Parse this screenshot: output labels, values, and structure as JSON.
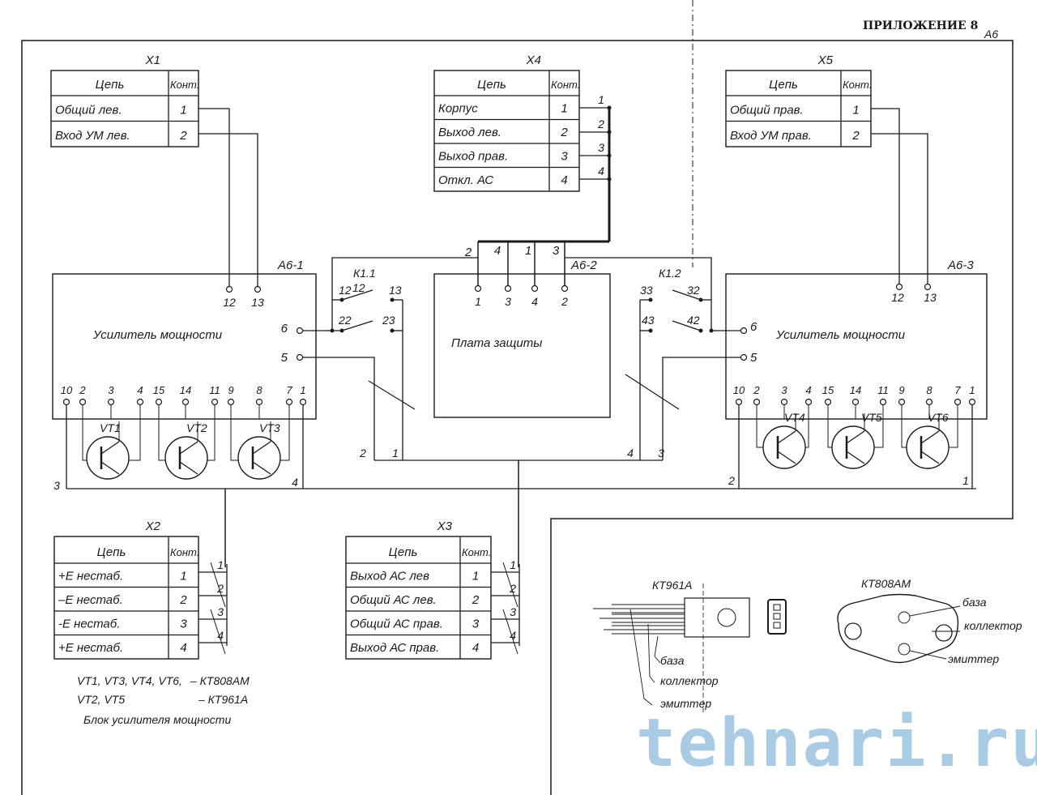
{
  "header": {
    "appendix": "ПРИЛОЖЕНИЕ 8",
    "assembly": "А6"
  },
  "connectors": {
    "x1": {
      "label": "X1",
      "col_circuit": "Цепь",
      "col_contact": "Конт.",
      "rows": [
        {
          "circuit": "Общий лев.",
          "contact": "1"
        },
        {
          "circuit": "Вход УМ лев.",
          "contact": "2"
        }
      ]
    },
    "x4": {
      "label": "X4",
      "col_circuit": "Цепь",
      "col_contact": "Конт.",
      "rows": [
        {
          "circuit": "Корпус",
          "contact": "1"
        },
        {
          "circuit": "Выход лев.",
          "contact": "2"
        },
        {
          "circuit": "Выход прав.",
          "contact": "3"
        },
        {
          "circuit": "Откл. АС",
          "contact": "4"
        }
      ],
      "wires": [
        "1",
        "2",
        "3",
        "4"
      ]
    },
    "x5": {
      "label": "X5",
      "col_circuit": "Цепь",
      "col_contact": "Конт.",
      "rows": [
        {
          "circuit": "Общий прав.",
          "contact": "1"
        },
        {
          "circuit": "Вход УМ прав.",
          "contact": "2"
        }
      ]
    },
    "x2": {
      "label": "X2",
      "col_circuit": "Цепь",
      "col_contact": "Конт.",
      "rows": [
        {
          "circuit": "+Е нестаб.",
          "contact": "1"
        },
        {
          "circuit": "–Е нестаб.",
          "contact": "2"
        },
        {
          "circuit": "-Е нестаб.",
          "contact": "3"
        },
        {
          "circuit": "+Е нестаб.",
          "contact": "4"
        }
      ],
      "wires": [
        "1",
        "2",
        "3",
        "4"
      ]
    },
    "x3": {
      "label": "X3",
      "col_circuit": "Цепь",
      "col_contact": "Конт.",
      "rows": [
        {
          "circuit": "Выход АС лев",
          "contact": "1"
        },
        {
          "circuit": "Общий АС лев.",
          "contact": "2"
        },
        {
          "circuit": "Общий АС прав.",
          "contact": "3"
        },
        {
          "circuit": "Выход АС прав.",
          "contact": "4"
        }
      ],
      "wires": [
        "1",
        "2",
        "3",
        "4"
      ]
    }
  },
  "blocks": {
    "a6_1": {
      "label": "А6-1",
      "title": "Усилитель мощности",
      "pins_top": [
        "12",
        "13"
      ],
      "pin6": "6",
      "pin5": "5",
      "pins_bottom": [
        "10",
        "2",
        "3",
        "4",
        "15",
        "14",
        "11",
        "9",
        "8",
        "7",
        "1"
      ],
      "transistors": [
        "VT1",
        "VT2",
        "VT3"
      ]
    },
    "a6_2": {
      "label": "А6-2",
      "title": "Плата защиты",
      "bus_labels": [
        "2",
        "4",
        "1",
        "3"
      ],
      "pins": [
        "1",
        "3",
        "4",
        "2"
      ]
    },
    "a6_3": {
      "label": "А6-3",
      "title": "Усилитель мощности",
      "pins_top": [
        "12",
        "13"
      ],
      "pin6": "6",
      "pin5": "5",
      "pins_bottom": [
        "10",
        "2",
        "3",
        "4",
        "15",
        "14",
        "11",
        "9",
        "8",
        "7",
        "1"
      ],
      "transistors": [
        "VT4",
        "VT5",
        "VT6"
      ]
    }
  },
  "relays": {
    "k1_1": {
      "label": "К1.1",
      "contacts": [
        "12",
        "13",
        "22",
        "23"
      ]
    },
    "k1_2": {
      "label": "К1.2",
      "contacts": [
        "33",
        "32",
        "43",
        "42"
      ]
    }
  },
  "wire_labels": {
    "mid_left": [
      "2",
      "1"
    ],
    "mid_right": [
      "4",
      "3"
    ],
    "bottom": [
      "3",
      "4",
      "2",
      "1"
    ]
  },
  "notes": {
    "line1_refs": "VT1, VT3, VT4, VT6,",
    "line1_type": "– КТ808АМ",
    "line2_refs": "VT2, VT5",
    "line2_type": "– КТ961А",
    "caption": "Блок усилителя мощности"
  },
  "packages": {
    "kt961a": {
      "name": "КТ961А",
      "base": "база",
      "collector": "коллектор",
      "emitter": "эмиттер"
    },
    "kt808am": {
      "name": "КТ808АМ",
      "base": "база",
      "collector": "коллектор",
      "emitter": "эмиттер"
    }
  },
  "watermark": "tehnari.ru"
}
